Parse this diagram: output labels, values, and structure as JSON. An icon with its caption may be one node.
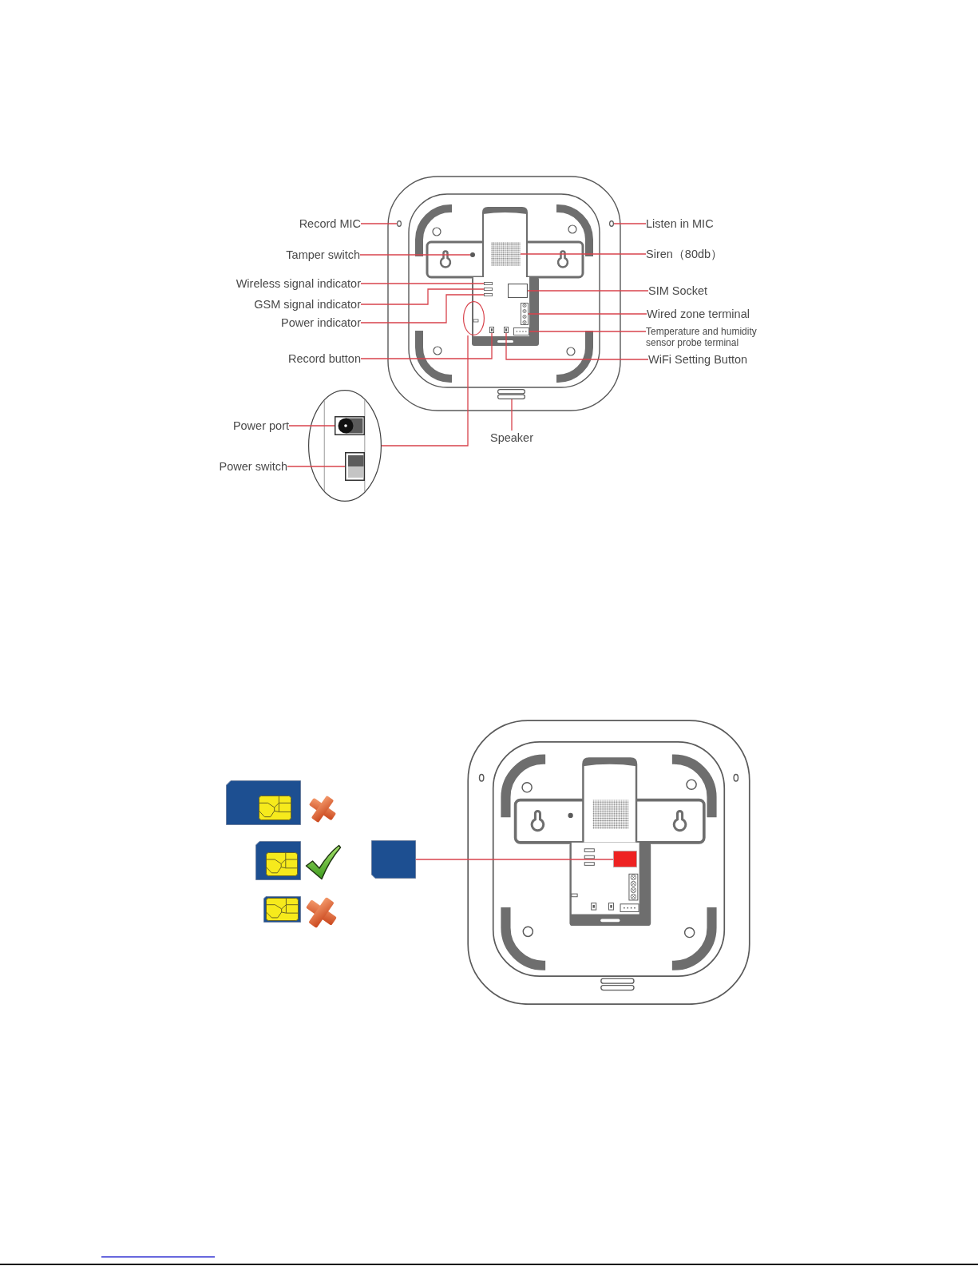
{
  "diagram": {
    "nodes": [
      {
        "text": [
          "Record MIC"
        ]
      },
      {
        "text": [
          "Tamper switch"
        ]
      },
      {
        "text": [
          "Wireless signal indicator"
        ]
      },
      {
        "text": [
          "GSM signal indicator"
        ]
      },
      {
        "text": [
          "Power indicator"
        ]
      },
      {
        "text": [
          "Record button"
        ]
      },
      {
        "text": [
          "Power port"
        ]
      },
      {
        "text": [
          "Power switch"
        ]
      },
      {
        "text": [
          "Listen in MIC"
        ]
      },
      {
        "text": [
          "Siren（80db）"
        ]
      },
      {
        "text": [
          "SIM Socket"
        ]
      },
      {
        "text": [
          "Wired zone terminal"
        ]
      },
      {
        "text": [
          "Temperature and humidity sensor probe terminal"
        ]
      },
      {
        "text": [
          "WiFi Setting Button"
        ]
      },
      {
        "text": [
          "Speaker"
        ]
      },
      {
        "text": [],
        "shape": "circle"
      },
      {
        "text": [],
        "shape": "circle"
      },
      {
        "text": [],
        "shape": "box"
      },
      {
        "text": [],
        "shape": "box"
      },
      {
        "text": [],
        "shape": "box"
      },
      {
        "text": [],
        "shape": "box"
      },
      {
        "text": [],
        "shape": "ellipse"
      },
      {
        "text": [],
        "shape": "box",
        "in": 21
      },
      {
        "text": [],
        "shape": "box",
        "in": 21
      },
      {
        "text": [],
        "shape": "circle"
      },
      {
        "text": [],
        "shape": "box"
      },
      {
        "text": [],
        "shape": "box"
      },
      {
        "text": [],
        "shape": "box"
      },
      {
        "text": [],
        "shape": "box"
      },
      {
        "text": [],
        "shape": "box"
      },
      {
        "text": [],
        "shape": "bar"
      },
      {
        "text": [],
        "shape": "ellipse"
      },
      {
        "text": [],
        "shape": "box"
      },
      {
        "text": [],
        "shape": "box"
      }
    ],
    "edges": [
      {
        "from": 0,
        "to": 15,
        "arrow": "none"
      },
      {
        "from": 1,
        "to": 16,
        "arrow": "none"
      },
      {
        "from": 2,
        "to": 17,
        "arrow": "none"
      },
      {
        "from": 3,
        "to": 18,
        "arrow": "none"
      },
      {
        "from": 4,
        "to": 19,
        "arrow": "none"
      },
      {
        "from": 5,
        "to": 20,
        "arrow": "none"
      },
      {
        "from": 6,
        "to": 22,
        "arrow": "none"
      },
      {
        "from": 7,
        "to": 23,
        "arrow": "none"
      },
      {
        "from": 8,
        "to": 24,
        "arrow": "none"
      },
      {
        "from": 9,
        "to": 25,
        "arrow": "none"
      },
      {
        "from": 10,
        "to": 26,
        "arrow": "none"
      },
      {
        "from": 11,
        "to": 27,
        "arrow": "none"
      },
      {
        "from": 12,
        "to": 28,
        "arrow": "none"
      },
      {
        "from": 13,
        "to": 29,
        "arrow": "none"
      },
      {
        "from": 14,
        "to": 30,
        "arrow": "none"
      },
      {
        "from": 21,
        "to": 31,
        "arrow": "none"
      },
      {
        "from": 32,
        "to": 33,
        "arrow": "none"
      }
    ]
  }
}
